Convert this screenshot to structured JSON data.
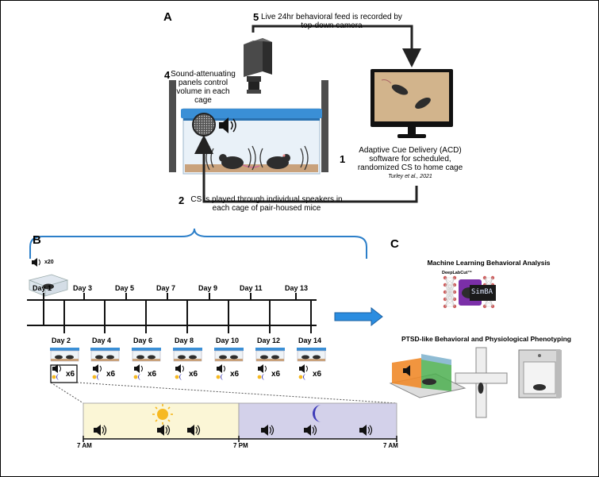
{
  "panel_a": {
    "letter": "A",
    "step5": {
      "num": "5",
      "text": "Live 24hr behavioral feed is recorded by top-down camera"
    },
    "step4": {
      "num": "4",
      "text": "Sound-attenuating panels control volume in each cage"
    },
    "step1": {
      "num": "1",
      "text": "Adaptive Cue Delivery (ACD) software for scheduled, randomized CS to home cage",
      "citation": "Turley et al., 2021"
    },
    "step2": {
      "num": "2",
      "text": "CS is played through individual speakers in each cage of pair-housed mice"
    }
  },
  "panel_b": {
    "letter": "B",
    "repeat_label": "x20",
    "top_days": [
      "Day 1",
      "Day 3",
      "Day 5",
      "Day 7",
      "Day 9",
      "Day 11",
      "Day 13"
    ],
    "bottom_days": [
      "Day 2",
      "Day 4",
      "Day 6",
      "Day 8",
      "Day 10",
      "Day 12",
      "Day 14"
    ],
    "cs_repeat": "x6",
    "timeline": {
      "start": "7 AM",
      "mid": "7 PM",
      "end": "7 AM"
    }
  },
  "panel_c": {
    "letter": "C",
    "ml_title": "Machine Learning Behavioral Analysis",
    "dlc_label": "DeepLabCut™",
    "simba_label": "SimBA",
    "ptsd_title": "PTSD-like Behavioral and Physiological Phenotyping"
  },
  "colors": {
    "cage_lid": "#3a8fd6",
    "arrow": "#2b8de0",
    "day_bg": "#fbf6d6",
    "night_bg": "#d3d1ea",
    "brace": "#2c7fc9"
  }
}
